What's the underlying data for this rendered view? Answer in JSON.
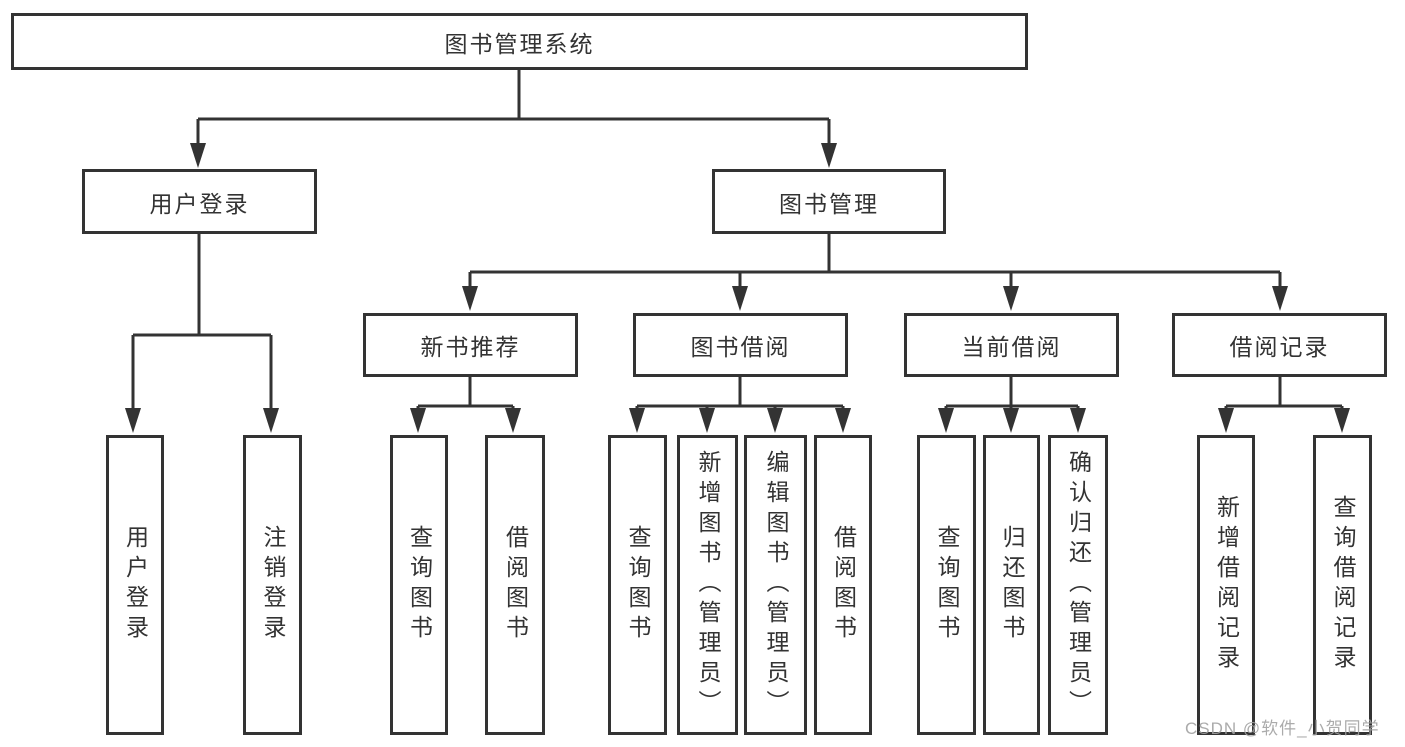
{
  "diagram": {
    "title": "图书管理系统",
    "level2": [
      {
        "label": "用户登录",
        "children": [
          {
            "label": "用户登录"
          },
          {
            "label": "注销登录"
          }
        ]
      },
      {
        "label": "图书管理",
        "children": [
          {
            "label": "新书推荐",
            "children": [
              {
                "label": "查询图书"
              },
              {
                "label": "借阅图书"
              }
            ]
          },
          {
            "label": "图书借阅",
            "children": [
              {
                "label": "查询图书"
              },
              {
                "label": "新增图书（管理员）"
              },
              {
                "label": "编辑图书（管理员）"
              },
              {
                "label": "借阅图书"
              }
            ]
          },
          {
            "label": "当前借阅",
            "children": [
              {
                "label": "查询图书"
              },
              {
                "label": "归还图书"
              },
              {
                "label": "确认归还（管理员）"
              }
            ]
          },
          {
            "label": "借阅记录",
            "children": [
              {
                "label": "新增借阅记录"
              },
              {
                "label": "查询借阅记录"
              }
            ]
          }
        ]
      }
    ]
  },
  "watermark": {
    "text": "CSDN @软件_小贺同学"
  },
  "colors": {
    "line": "#333333",
    "background": "#ffffff",
    "watermark_gray": "#a2a2a2"
  }
}
